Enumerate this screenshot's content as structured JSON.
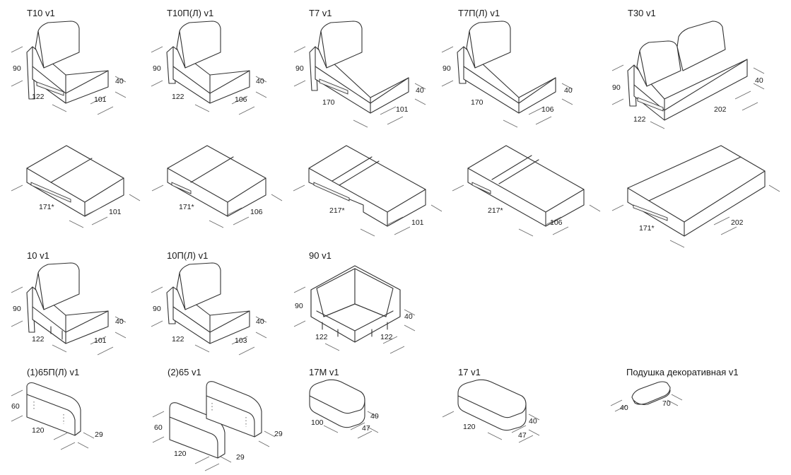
{
  "modules": {
    "t10": {
      "title": "T10 v1",
      "height": "90",
      "width": "122",
      "depth": "101",
      "seat": "40",
      "bed_length": "171*",
      "bed_width": "101"
    },
    "t10p": {
      "title": "T10П(Л) v1",
      "height": "90",
      "width": "122",
      "depth": "106",
      "seat": "40",
      "bed_length": "171*",
      "bed_width": "106"
    },
    "t7": {
      "title": "T7 v1",
      "height": "90",
      "width": "170",
      "depth": "101",
      "seat": "40",
      "bed_length": "217*",
      "bed_width": "101"
    },
    "t7p": {
      "title": "T7П(Л) v1",
      "height": "90",
      "width": "170",
      "depth": "106",
      "seat": "40",
      "bed_length": "217*",
      "bed_width": "106"
    },
    "t30": {
      "title": "T30 v1",
      "height": "90",
      "width": "122",
      "depth": "202",
      "seat": "40",
      "bed_length": "171*",
      "bed_width": "202"
    },
    "m10": {
      "title": "10 v1",
      "height": "90",
      "width": "122",
      "depth": "101",
      "seat": "40"
    },
    "m10p": {
      "title": "10П(Л) v1",
      "height": "90",
      "width": "122",
      "depth": "103",
      "seat": "40"
    },
    "m90": {
      "title": "90 v1",
      "height": "90",
      "width_left": "122",
      "width_right": "122",
      "seat": "40"
    },
    "m65p": {
      "title": "(1)65П(Л) v1",
      "height": "60",
      "width": "120",
      "depth": "29"
    },
    "m65": {
      "title": "(2)65 v1",
      "height": "60",
      "width": "120",
      "depth_a": "29",
      "depth_b": "29"
    },
    "m17m": {
      "title": "17M v1",
      "width": "100",
      "depth": "47",
      "height": "40"
    },
    "m17": {
      "title": "17 v1",
      "width": "120",
      "depth": "47",
      "height": "40"
    },
    "pillow": {
      "title": "Подушка декоративная v1",
      "width": "40",
      "length": "70"
    }
  }
}
